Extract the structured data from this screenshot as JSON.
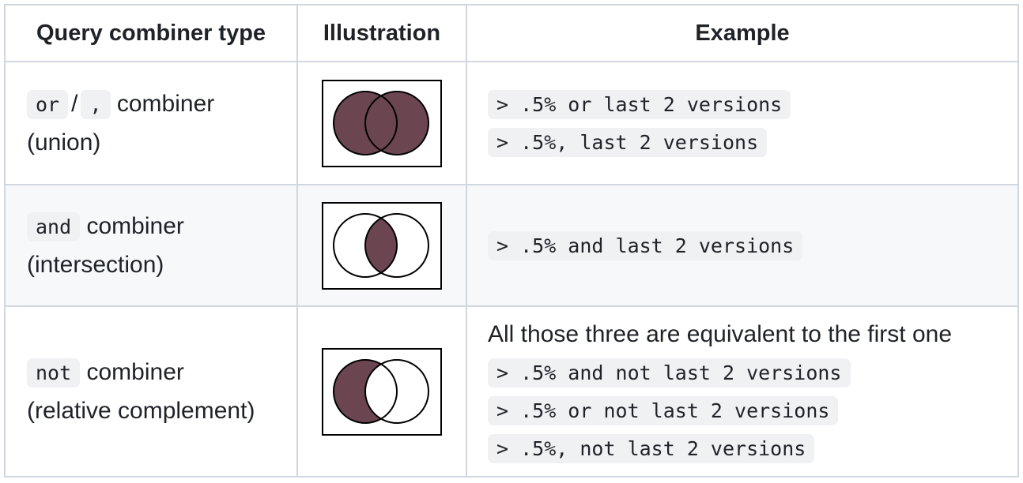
{
  "colors": {
    "fill": "#6b4650",
    "border": "#d0d7de",
    "header_bg": "#ffffff",
    "shaded_row_bg": "#f6f8fa",
    "code_bg": "#eff1f3"
  },
  "headers": {
    "type": "Query combiner type",
    "illustration": "Illustration",
    "example": "Example"
  },
  "rows": [
    {
      "kind": "union",
      "type_codes": [
        "or",
        ","
      ],
      "type_sep": "/",
      "type_word": "combiner",
      "type_desc": "(union)",
      "illustration_icon": "venn-union-icon",
      "note": "",
      "examples": [
        "> .5% or last 2 versions",
        "> .5%, last 2 versions"
      ]
    },
    {
      "kind": "intersection",
      "type_codes": [
        "and"
      ],
      "type_word": "combiner",
      "type_desc": "(intersection)",
      "illustration_icon": "venn-intersection-icon",
      "note": "",
      "examples": [
        "> .5% and last 2 versions"
      ]
    },
    {
      "kind": "complement",
      "type_codes": [
        "not"
      ],
      "type_word": "combiner",
      "type_desc": "(relative complement)",
      "illustration_icon": "venn-complement-icon",
      "note": "All those three are equivalent to the first one",
      "examples": [
        "> .5% and not last 2 versions",
        "> .5% or not last 2 versions",
        "> .5%, not last 2 versions"
      ]
    }
  ]
}
